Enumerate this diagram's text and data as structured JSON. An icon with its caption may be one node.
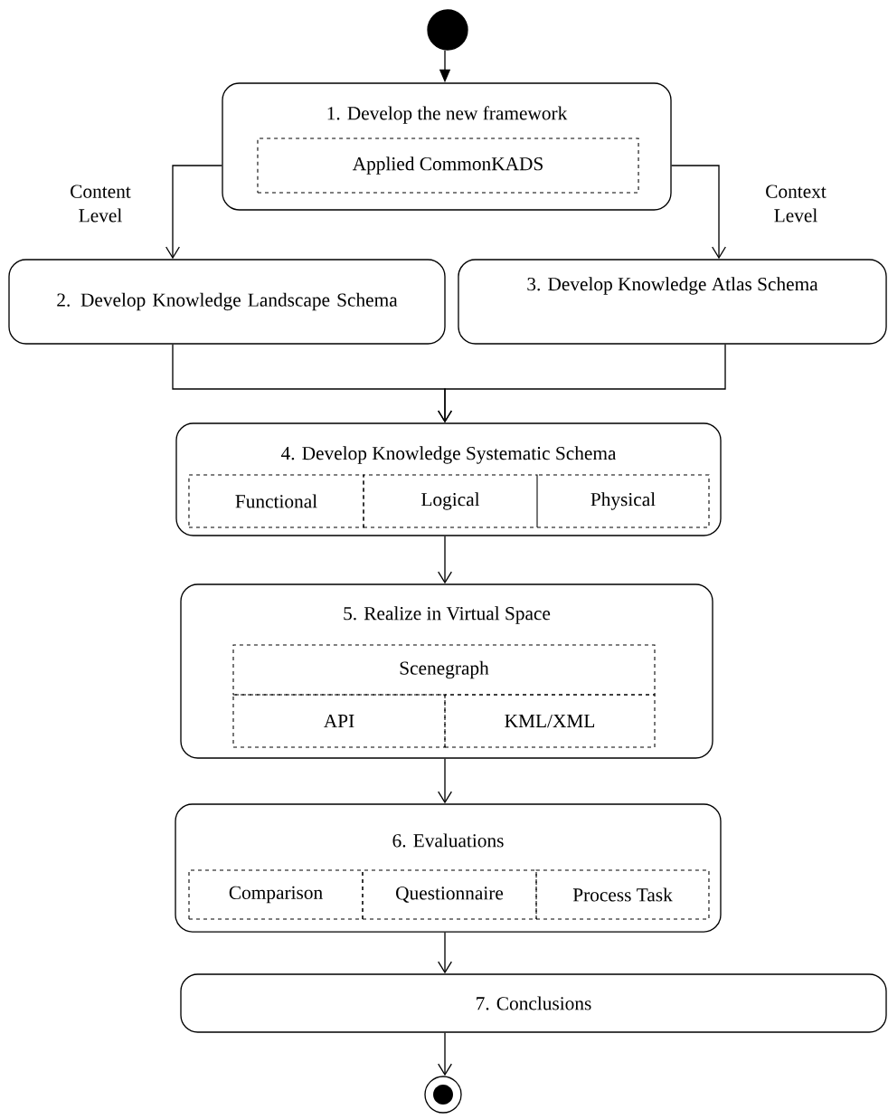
{
  "diagram": {
    "nodes": [
      {
        "text": [],
        "shape": "circle"
      },
      {
        "text": [
          "1. Develop the new framework"
        ]
      },
      {
        "text": [
          "Applied CommonKADS"
        ],
        "in": 1
      },
      {
        "text": [
          "2. Develop Knowledge Landscape Schema"
        ]
      },
      {
        "text": [
          "3. Develop Knowledge Atlas Schema"
        ]
      },
      {
        "text": [
          "4. Develop Knowledge Systematic Schema"
        ]
      },
      {
        "text": [
          "Functional"
        ],
        "in": 5
      },
      {
        "text": [
          "Logical"
        ],
        "in": 5
      },
      {
        "text": [
          "Physical"
        ],
        "in": 5
      },
      {
        "text": [
          "5. Realize in Virtual Space"
        ]
      },
      {
        "text": [
          "Scenegraph"
        ],
        "in": 9
      },
      {
        "text": [
          "API"
        ],
        "in": 9
      },
      {
        "text": [
          "KML/XML"
        ],
        "in": 9
      },
      {
        "text": [
          "6. Evaluations"
        ]
      },
      {
        "text": [
          "Comparison"
        ],
        "in": 13
      },
      {
        "text": [
          "Questionnaire"
        ],
        "in": 13
      },
      {
        "text": [
          "Process Task"
        ],
        "in": 13
      },
      {
        "text": [
          "7. Conclusions"
        ]
      },
      {
        "text": [],
        "shape": "circle"
      }
    ],
    "edges": [
      {
        "from": 0,
        "to": 1,
        "arrow": "to"
      },
      {
        "from": 1,
        "to": 3,
        "arrow": "to",
        "label": "Content Level"
      },
      {
        "from": 1,
        "to": 4,
        "arrow": "to",
        "label": "Context Level"
      },
      {
        "from": 3,
        "to": 5,
        "arrow": "to"
      },
      {
        "from": 4,
        "to": 5,
        "arrow": "to"
      },
      {
        "from": 5,
        "to": 9,
        "arrow": "to"
      },
      {
        "from": 9,
        "to": 13,
        "arrow": "to"
      },
      {
        "from": 13,
        "to": 17,
        "arrow": "to"
      },
      {
        "from": 17,
        "to": 18,
        "arrow": "to"
      }
    ]
  }
}
